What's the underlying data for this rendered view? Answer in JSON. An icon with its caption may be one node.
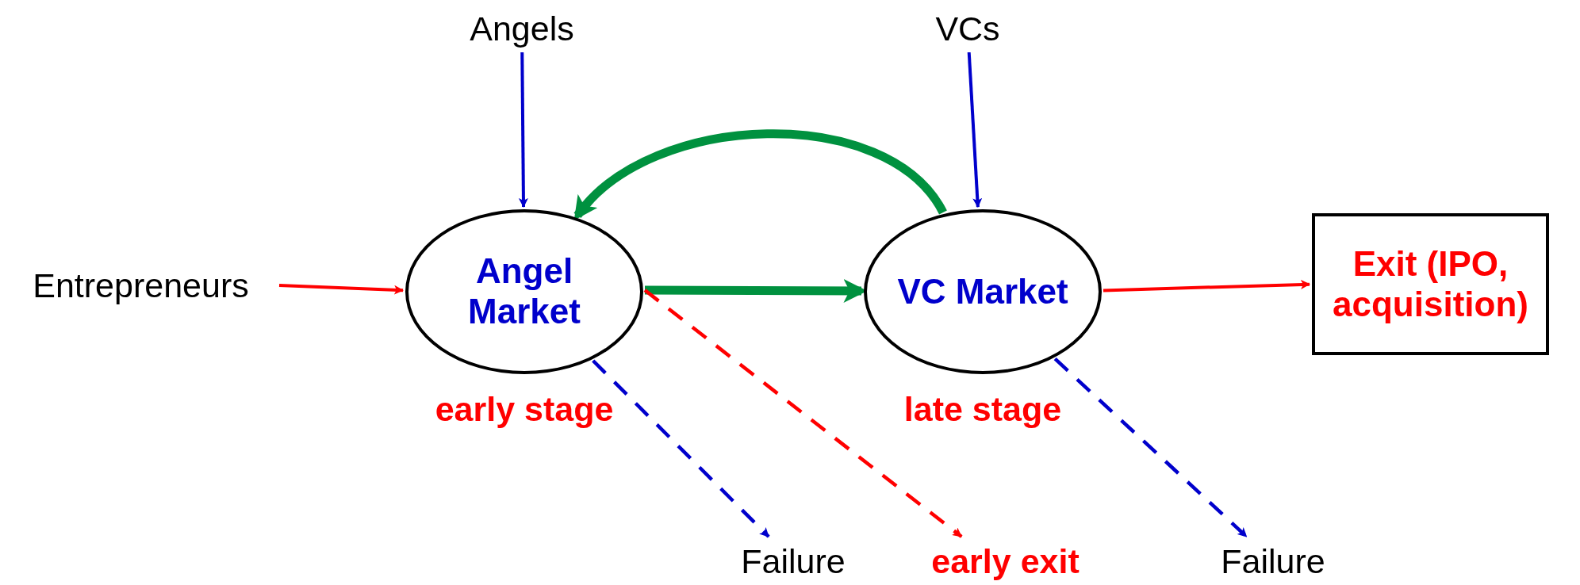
{
  "diagram": {
    "nodes": [
      {
        "text": [
          "Angels"
        ]
      },
      {
        "text": [
          "VCs"
        ]
      },
      {
        "text": [
          "Entrepreneurs"
        ]
      },
      {
        "text": [
          "Angel Market"
        ],
        "beside": [
          "early stage"
        ]
      },
      {
        "text": [
          "VC Market"
        ],
        "beside": [
          "late stage"
        ]
      },
      {
        "text": [
          "Exit (IPO, acquisition)"
        ]
      },
      {
        "text": [
          "Failure"
        ]
      },
      {
        "text": [
          "early exit"
        ]
      },
      {
        "text": [
          "Failure"
        ]
      }
    ],
    "edges": [
      {
        "from": 0,
        "to": 3,
        "arrow": "to",
        "color": "#0000cc"
      },
      {
        "from": 1,
        "to": 4,
        "arrow": "to",
        "color": "#0000cc"
      },
      {
        "from": 2,
        "to": 3,
        "arrow": "to",
        "color": "#ff0000"
      },
      {
        "from": 3,
        "to": 4,
        "arrow": "to",
        "style": "thick",
        "color": "#00913f"
      },
      {
        "from": 4,
        "to": 3,
        "arrow": "to",
        "style": "thick",
        "color": "#00913f"
      },
      {
        "from": 4,
        "to": 5,
        "arrow": "to",
        "color": "#ff0000"
      },
      {
        "from": 3,
        "to": 6,
        "arrow": "to",
        "style": "dashed",
        "color": "#0000cc"
      },
      {
        "from": 3,
        "to": 7,
        "arrow": "to",
        "style": "dashed",
        "color": "#ff0000"
      },
      {
        "from": 4,
        "to": 8,
        "arrow": "to",
        "style": "dashed",
        "color": "#0000cc"
      }
    ]
  }
}
